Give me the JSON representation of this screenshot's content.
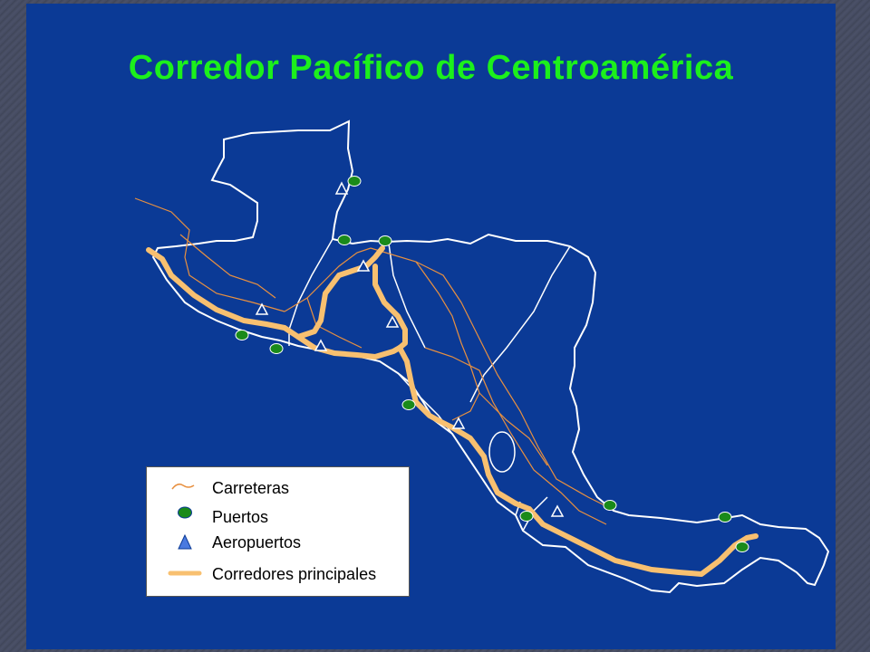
{
  "title": "Corredor Pacífico de Centroamérica",
  "legend": {
    "carreteras": "Carreteras",
    "puertos": "Puertos",
    "aeropuertos": "Aeropuertos",
    "corredores": "Corredores principales"
  },
  "colors": {
    "background": "#0b3a96",
    "title": "#1cf01c",
    "border": "#ffffff",
    "road": "#f0a050",
    "corridor": "#f8c070",
    "port": "#1a8a1a",
    "airport": "#4a7ae0"
  },
  "icons": {
    "port": "green-circle-icon",
    "airport": "triangle-icon",
    "road": "thin-line-icon",
    "corridor": "thick-line-icon"
  }
}
